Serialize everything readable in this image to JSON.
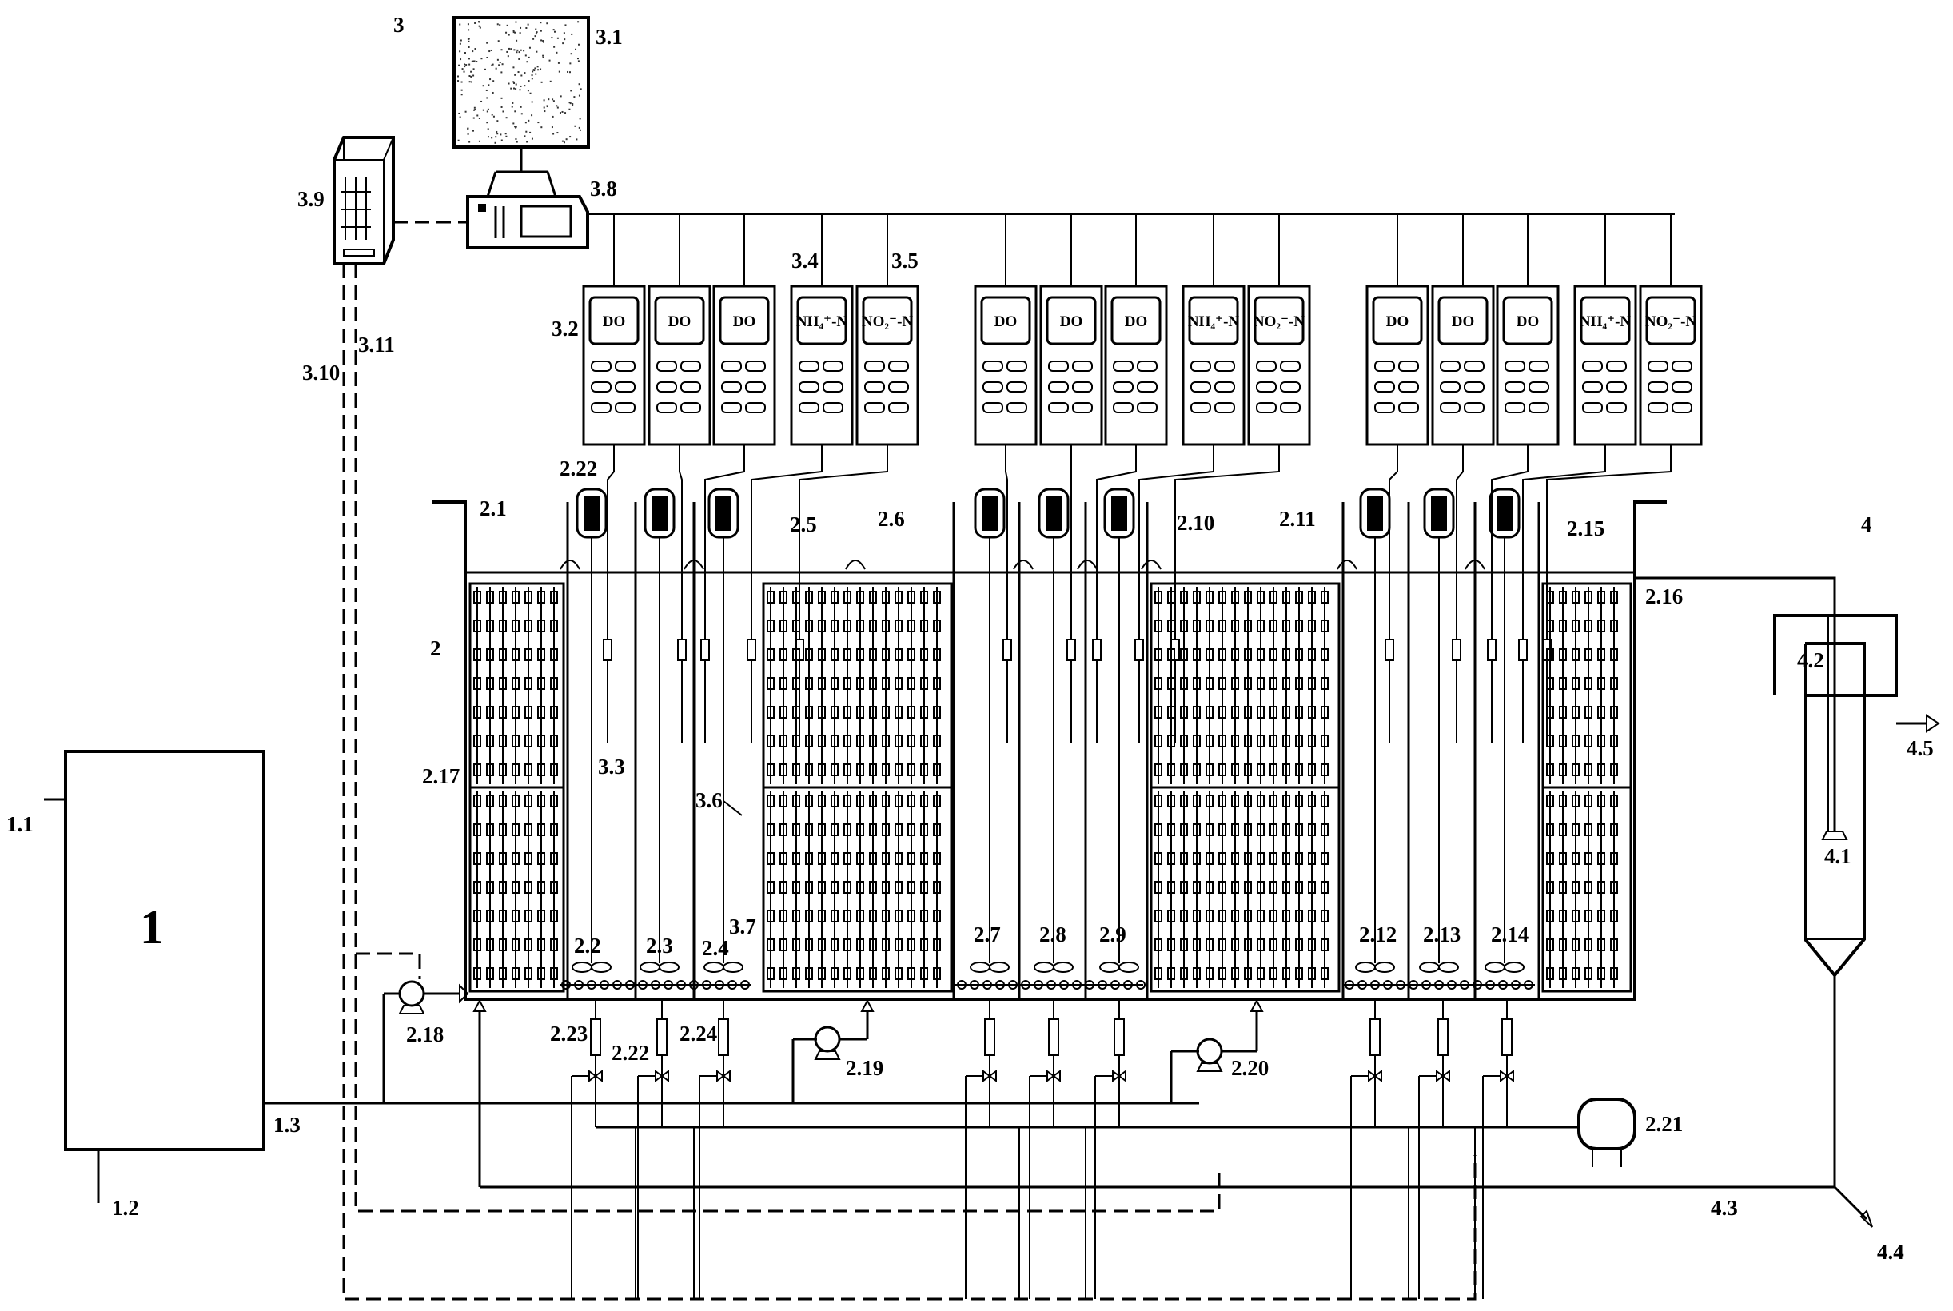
{
  "system": {
    "top_label": "3",
    "tank_label": "1",
    "inlet_1": "1.1",
    "outlet_1": "1.2",
    "pipe_main": "1.3",
    "reactor": "2",
    "settler": "4"
  },
  "control": {
    "monitor": "3.1",
    "host": "3.8",
    "plc": "3.9",
    "line_a": "3.10",
    "line_b": "3.11",
    "meter_group": "3.2",
    "meter_nh4": "3.4",
    "meter_no2": "3.5",
    "probe_a": "3.3",
    "probe_b": "3.6",
    "probe_c": "3.7"
  },
  "meters": [
    {
      "text": "DO"
    },
    {
      "text": "DO"
    },
    {
      "text": "DO"
    },
    {
      "text": "NH₄⁺-N"
    },
    {
      "text": "NO₂⁻-N"
    },
    {
      "text": "DO"
    },
    {
      "text": "DO"
    },
    {
      "text": "DO"
    },
    {
      "text": "NH₄⁺-N"
    },
    {
      "text": "NO₂⁻-N"
    },
    {
      "text": "DO"
    },
    {
      "text": "DO"
    },
    {
      "text": "DO"
    },
    {
      "text": "NH₄⁺-N"
    },
    {
      "text": "NO₂⁻-N"
    }
  ],
  "compartments": {
    "c1": "2.1",
    "c2": "2.2",
    "c3": "2.3",
    "c4": "2.4",
    "c5": "2.5",
    "c6": "2.6",
    "c7": "2.7",
    "c8": "2.8",
    "c9": "2.9",
    "c10": "2.10",
    "c11": "2.11",
    "c12": "2.12",
    "c13": "2.13",
    "c14": "2.14",
    "c15": "2.15",
    "c16": "2.16",
    "c17": "2.17"
  },
  "equipment": {
    "pump_a": "2.18",
    "pump_b": "2.19",
    "pump_c": "2.20",
    "blower": "2.21",
    "mixer": "2.22",
    "valve": "2.22",
    "flowmeter": "2.23",
    "aerator": "2.24"
  },
  "sedimentation": {
    "s1": "4.1",
    "s2": "4.2",
    "return_line": "4.3",
    "sludge_out": "4.4",
    "effluent": "4.5"
  }
}
